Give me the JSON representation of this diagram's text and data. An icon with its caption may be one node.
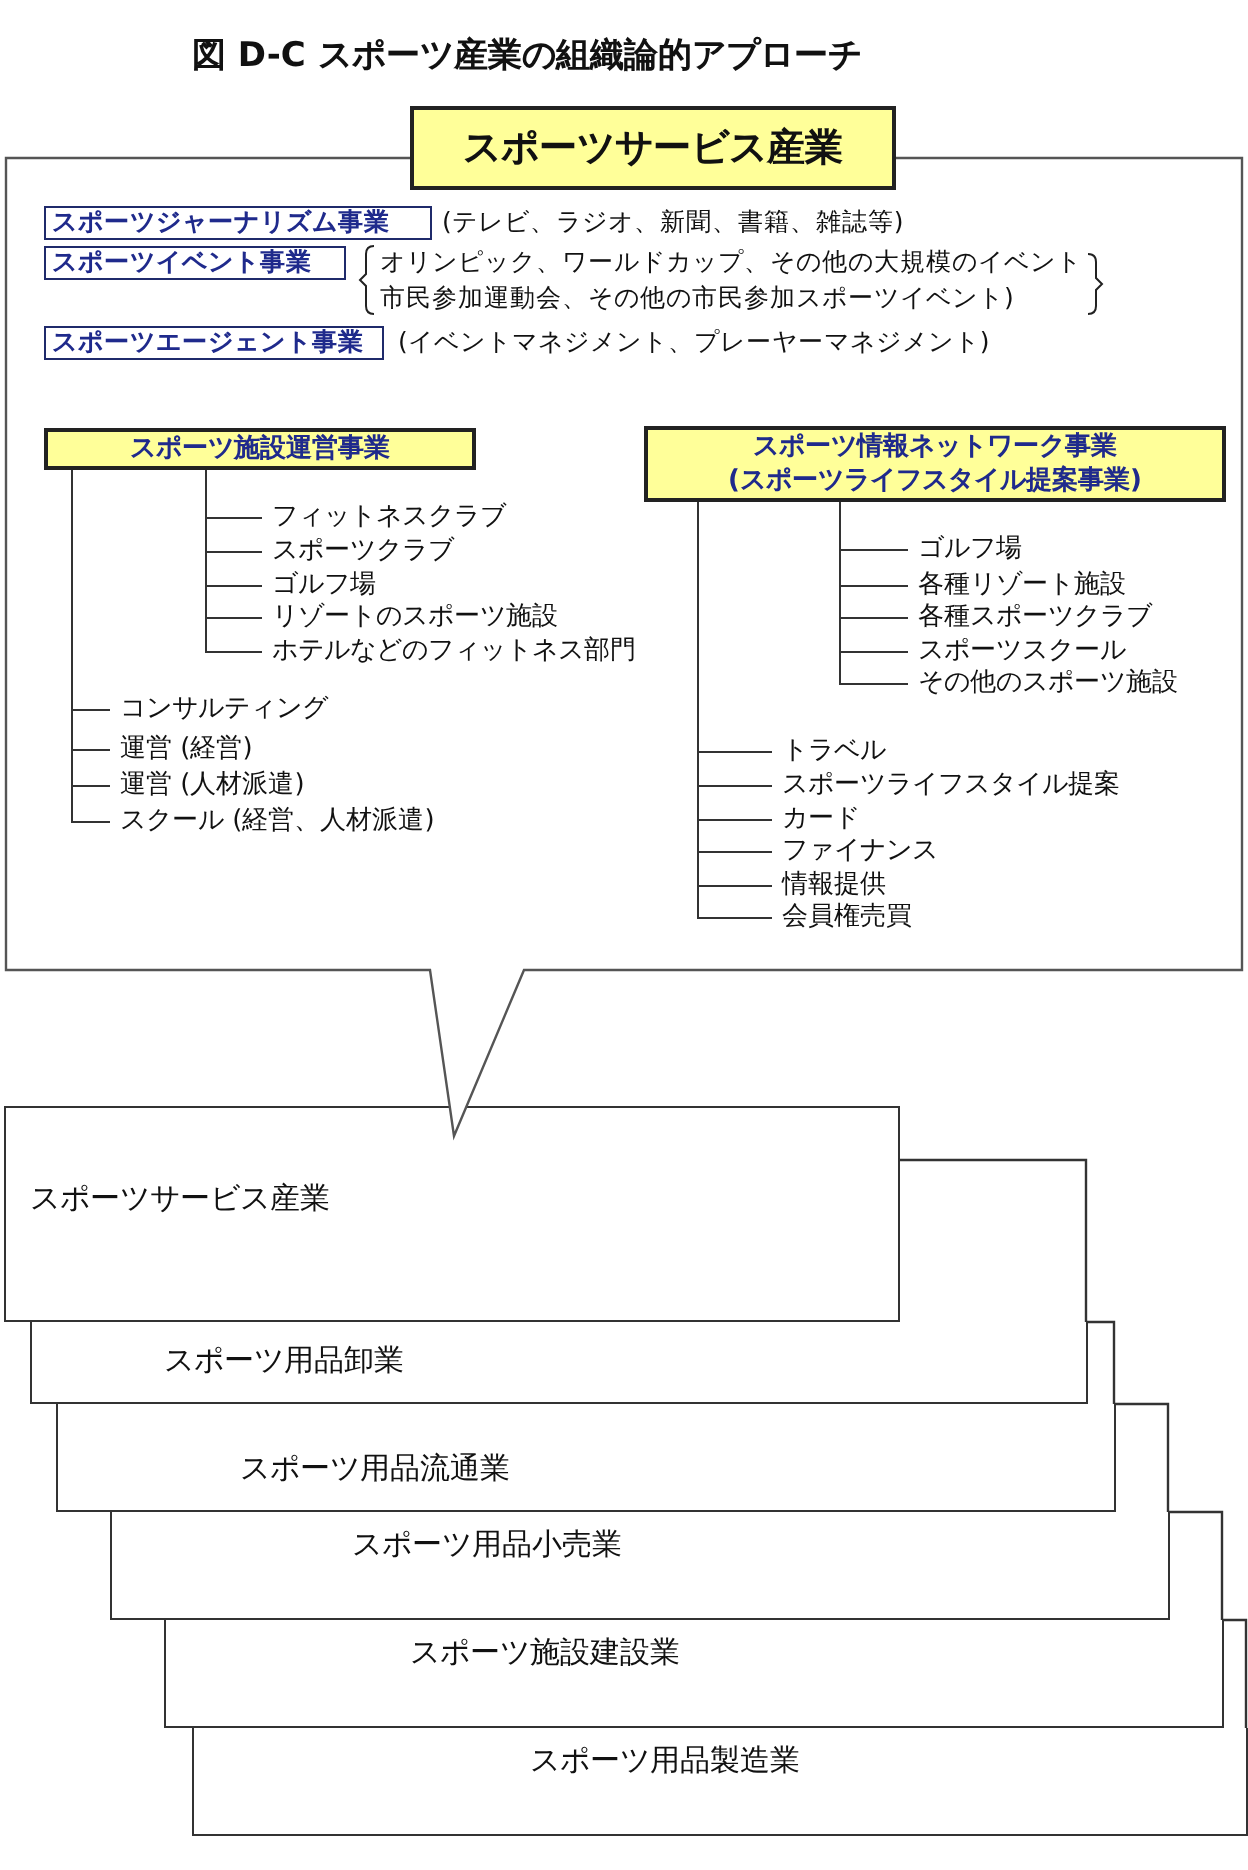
{
  "diagram": {
    "title": "図 D-C スポーツ産業の組織論的アプローチ",
    "nodes": [
      {
        "text": [],
        "shape": "callout"
      },
      {
        "text": [
          "スポーツサービス産業"
        ]
      },
      {
        "text": [
          "スポーツジャーナリズム事業"
        ],
        "in": 0,
        "beside": [
          "(テレビ、ラジオ、新聞、書籍、雑誌等)"
        ]
      },
      {
        "text": [
          "スポーツイベント事業"
        ],
        "in": 0,
        "beside": [
          "オリンピック、ワールドカップ、その他の大規模のイベント",
          "市民参加運動会、その他の市民参加スポーツイベント)"
        ]
      },
      {
        "text": [
          "スポーツエージェント事業"
        ],
        "in": 0,
        "beside": [
          "(イベントマネジメント、プレーヤーマネジメント)"
        ]
      },
      {
        "text": [
          "スポーツ施設運営事業"
        ],
        "in": 0
      },
      {
        "text": [
          "スポーツ情報ネットワーク事業",
          "(スポーツライフスタイル提案事業)"
        ],
        "in": 0
      },
      {
        "text": [
          "フィットネスクラブ"
        ],
        "in": 0
      },
      {
        "text": [
          "スポーツクラブ"
        ],
        "in": 0
      },
      {
        "text": [
          "ゴルフ場"
        ],
        "in": 0
      },
      {
        "text": [
          "リゾートのスポーツ施設"
        ],
        "in": 0
      },
      {
        "text": [
          "ホテルなどのフィットネス部門"
        ],
        "in": 0
      },
      {
        "text": [
          "コンサルティング"
        ],
        "in": 0
      },
      {
        "text": [
          "運営 (経営)"
        ],
        "in": 0
      },
      {
        "text": [
          "運営 (人材派遣)"
        ],
        "in": 0
      },
      {
        "text": [
          "スクール (経営、人材派遣)"
        ],
        "in": 0
      },
      {
        "text": [
          "ゴルフ場"
        ],
        "in": 0
      },
      {
        "text": [
          "各種リゾート施設"
        ],
        "in": 0
      },
      {
        "text": [
          "各種スポーツクラブ"
        ],
        "in": 0
      },
      {
        "text": [
          "スポーツスクール"
        ],
        "in": 0
      },
      {
        "text": [
          "その他のスポーツ施設"
        ],
        "in": 0
      },
      {
        "text": [
          "トラベル"
        ],
        "in": 0
      },
      {
        "text": [
          "スポーツライフスタイル提案"
        ],
        "in": 0
      },
      {
        "text": [
          "カード"
        ],
        "in": 0
      },
      {
        "text": [
          "ファイナンス"
        ],
        "in": 0
      },
      {
        "text": [
          "情報提供"
        ],
        "in": 0
      },
      {
        "text": [
          "会員権売買"
        ],
        "in": 0
      },
      {
        "text": [
          "スポーツサービス産業"
        ]
      },
      {
        "text": [
          "スポーツ用品卸業"
        ]
      },
      {
        "text": [
          "スポーツ用品流通業"
        ]
      },
      {
        "text": [
          "スポーツ用品小売業"
        ]
      },
      {
        "text": [
          "スポーツ施設建設業"
        ]
      },
      {
        "text": [
          "スポーツ用品製造業"
        ]
      }
    ],
    "edges": [
      {
        "from": 5,
        "to": 7,
        "arrow": "none"
      },
      {
        "from": 5,
        "to": 8,
        "arrow": "none"
      },
      {
        "from": 5,
        "to": 9,
        "arrow": "none"
      },
      {
        "from": 5,
        "to": 10,
        "arrow": "none"
      },
      {
        "from": 5,
        "to": 11,
        "arrow": "none"
      },
      {
        "from": 5,
        "to": 12,
        "arrow": "none"
      },
      {
        "from": 5,
        "to": 13,
        "arrow": "none"
      },
      {
        "from": 5,
        "to": 14,
        "arrow": "none"
      },
      {
        "from": 5,
        "to": 15,
        "arrow": "none"
      },
      {
        "from": 6,
        "to": 16,
        "arrow": "none"
      },
      {
        "from": 6,
        "to": 17,
        "arrow": "none"
      },
      {
        "from": 6,
        "to": 18,
        "arrow": "none"
      },
      {
        "from": 6,
        "to": 19,
        "arrow": "none"
      },
      {
        "from": 6,
        "to": 20,
        "arrow": "none"
      },
      {
        "from": 6,
        "to": 21,
        "arrow": "none"
      },
      {
        "from": 6,
        "to": 22,
        "arrow": "none"
      },
      {
        "from": 6,
        "to": 23,
        "arrow": "none"
      },
      {
        "from": 6,
        "to": 24,
        "arrow": "none"
      },
      {
        "from": 6,
        "to": 25,
        "arrow": "none"
      },
      {
        "from": 6,
        "to": 26,
        "arrow": "none"
      }
    ]
  }
}
